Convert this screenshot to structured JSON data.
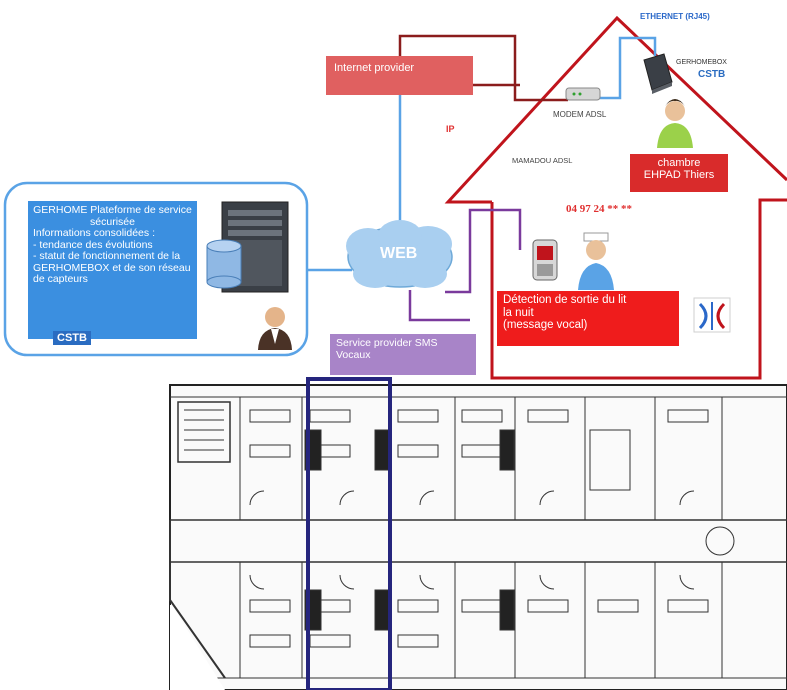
{
  "platform": {
    "title": "GERHOME Plateforme de service sécurisée",
    "subtitle": "Informations consolidées :",
    "bullet1": "- tendance des évolutions",
    "bullet2": "- statut de fonctionnement de la GERHOMEBOX et de son réseau de capteurs",
    "logo": "CSTB"
  },
  "internet_provider": "Internet provider",
  "ip_label": "IP",
  "web_label": "WEB",
  "sms_provider": {
    "line1": "Service provider SMS",
    "line2": "Vocaux"
  },
  "house": {
    "ethernet_label": "ETHERNET (RJ45)",
    "gerhomebox_label": "GERHOMEBOX",
    "logo": "CSTB",
    "modem_label": "MODEM ADSL",
    "mamadou_label": "MAMADOU ADSL",
    "chambre": {
      "line1": "chambre",
      "line2": "EHPAD Thiers"
    },
    "phone_number": "04 97 24 ** **",
    "detection": {
      "line1": "Détection de sortie du lit",
      "line2": "la nuit",
      "line3": "(message vocal)"
    }
  },
  "colors": {
    "house_outline": "#c0141c",
    "web_cloud": "#a9cff0",
    "link_blue": "#5aa3e6",
    "link_dark_red": "#8b1c1c",
    "link_purple": "#7a3a9c",
    "plan_highlight": "#25257d",
    "platform_fill": "#3b8fe0",
    "internet_fill": "#e06060",
    "sms_fill": "#a884c8",
    "chambre_fill": "#d92b2b",
    "detection_fill": "#ef1c1c"
  }
}
